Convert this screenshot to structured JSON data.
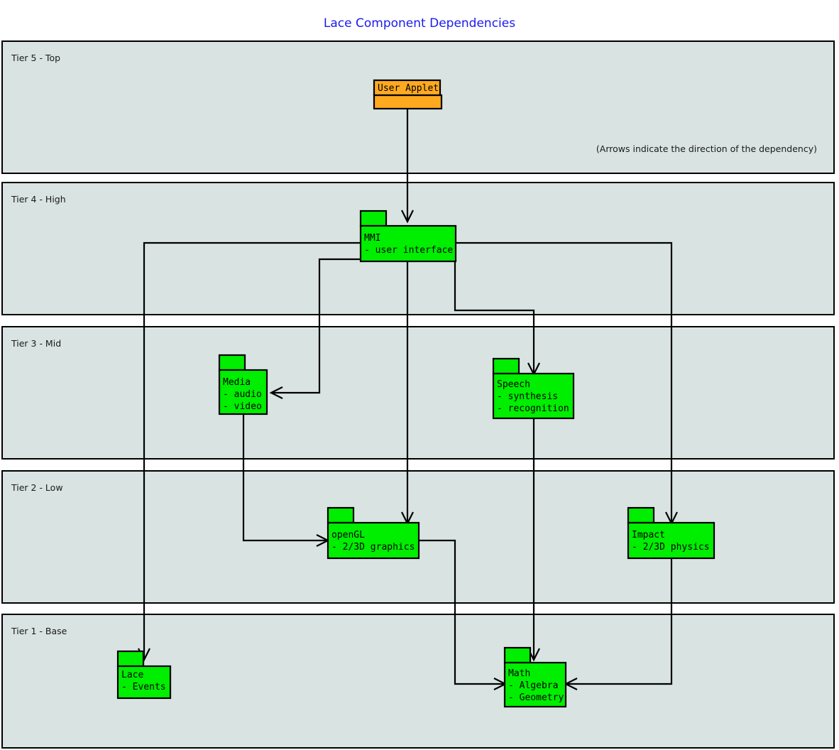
{
  "title": "Lace Component Dependencies",
  "note": "(Arrows indicate the direction of the dependency)",
  "colors": {
    "title": "#1a1aee",
    "tier_band": "#d8e3e2",
    "package_green": "#00ee00",
    "package_orange": "#ffa920",
    "outline": "#000000",
    "background": "#ffffff"
  },
  "tiers": [
    {
      "id": "tier5",
      "label": "Tier 5 - Top"
    },
    {
      "id": "tier4",
      "label": "Tier 4 - High"
    },
    {
      "id": "tier3",
      "label": "Tier 3 - Mid"
    },
    {
      "id": "tier2",
      "label": "Tier 2 - Low"
    },
    {
      "id": "tier1",
      "label": "Tier 1 - Base"
    }
  ],
  "packages": [
    {
      "id": "user-applet",
      "tier": "Tier 5 - Top",
      "name": "User Applet",
      "items": [],
      "color": "#ffa920",
      "label_in_tab": true
    },
    {
      "id": "mmi",
      "tier": "Tier 4 - High",
      "name": "MMI",
      "items": [
        "- user interface"
      ],
      "color": "#00ee00",
      "label_in_tab": false
    },
    {
      "id": "media",
      "tier": "Tier 3 - Mid",
      "name": "Media",
      "items": [
        "- audio",
        "- video"
      ],
      "color": "#00ee00",
      "label_in_tab": false
    },
    {
      "id": "speech",
      "tier": "Tier 3 - Mid",
      "name": "Speech",
      "items": [
        "- synthesis",
        "- recognition"
      ],
      "color": "#00ee00",
      "label_in_tab": false
    },
    {
      "id": "opengl",
      "tier": "Tier 2 - Low",
      "name": "openGL",
      "items": [
        "- 2/3D graphics"
      ],
      "color": "#00ee00",
      "label_in_tab": false
    },
    {
      "id": "impact",
      "tier": "Tier 2 - Low",
      "name": "Impact",
      "items": [
        "- 2/3D physics"
      ],
      "color": "#00ee00",
      "label_in_tab": false
    },
    {
      "id": "lace",
      "tier": "Tier 1 - Base",
      "name": "Lace",
      "items": [
        "- Events"
      ],
      "color": "#00ee00",
      "label_in_tab": false
    },
    {
      "id": "math",
      "tier": "Tier 1 - Base",
      "name": "Math",
      "items": [
        "- Algebra",
        "- Geometry"
      ],
      "color": "#00ee00",
      "label_in_tab": false
    }
  ],
  "dependencies": [
    {
      "from": "User Applet",
      "to": "MMI"
    },
    {
      "from": "MMI",
      "to": "Media"
    },
    {
      "from": "MMI",
      "to": "Speech"
    },
    {
      "from": "MMI",
      "to": "openGL"
    },
    {
      "from": "MMI",
      "to": "Impact"
    },
    {
      "from": "MMI",
      "to": "Lace"
    },
    {
      "from": "Media",
      "to": "openGL"
    },
    {
      "from": "Speech",
      "to": "Math"
    },
    {
      "from": "openGL",
      "to": "Math"
    },
    {
      "from": "Impact",
      "to": "Math"
    }
  ],
  "pkg_text": {
    "user_applet_name": "User Applet",
    "mmi_name": "MMI",
    "mmi_l1": "- user interface",
    "media_name": "Media",
    "media_l1": "- audio",
    "media_l2": "- video",
    "speech_name": "Speech",
    "speech_l1": "- synthesis",
    "speech_l2": "- recognition",
    "opengl_name": "openGL",
    "opengl_l1": "- 2/3D graphics",
    "impact_name": "Impact",
    "impact_l1": "- 2/3D physics",
    "lace_name": "Lace",
    "lace_l1": "- Events",
    "math_name": "Math",
    "math_l1": "- Algebra",
    "math_l2": "- Geometry"
  }
}
